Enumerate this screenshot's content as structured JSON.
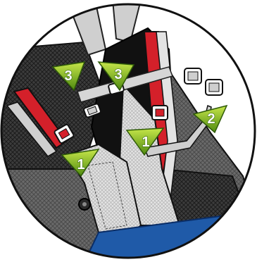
{
  "figure": {
    "description_icon": "harness-adjustment-illustration",
    "colors": {
      "callout_green_light": "#b8dd3a",
      "callout_green_dark": "#5f9a16",
      "strap_red": "#d4202a",
      "strap_grey": "#c9c9c9",
      "mesh_dark": "#2a2a2a",
      "mesh_mid": "#5a5a5a",
      "seat_blue": "#1f5aa8",
      "outline": "#111111"
    }
  },
  "callouts": [
    {
      "label": "3"
    },
    {
      "label": "3"
    },
    {
      "label": "1"
    },
    {
      "label": "1"
    },
    {
      "label": "2"
    }
  ]
}
